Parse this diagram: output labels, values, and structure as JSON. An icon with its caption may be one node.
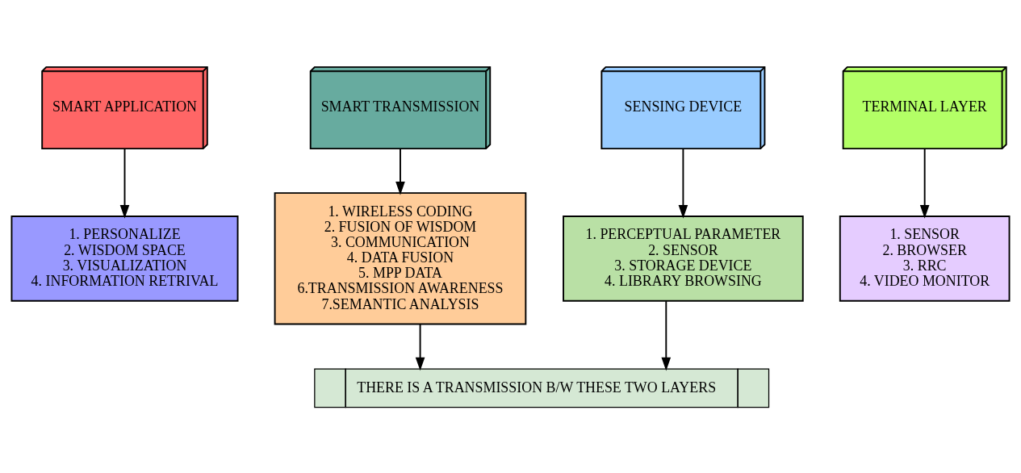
{
  "diagram": {
    "nodes": [
      {
        "text": [
          "SMART APPLICATION"
        ]
      },
      {
        "text": [
          "SMART TRANSMISSION"
        ]
      },
      {
        "text": [
          "SENSING DEVICE"
        ]
      },
      {
        "text": [
          "TERMINAL LAYER"
        ]
      },
      {
        "text": [
          "1. PERSONALIZE",
          "2. WISDOM SPACE",
          "3. VISUALIZATION",
          "4. INFORMATION RETRIVAL"
        ]
      },
      {
        "text": [
          "1. WIRELESS CODING",
          "2. FUSION OF WISDOM",
          "3. COMMUNICATION",
          "4. DATA FUSION",
          "5. MPP DATA",
          "6.TRANSMISSION AWARENESS",
          "7.SEMANTIC ANALYSIS"
        ]
      },
      {
        "text": [
          "1. PERCEPTUAL PARAMETER",
          "2. SENSOR",
          "3. STORAGE DEVICE",
          "4. LIBRARY BROWSING"
        ]
      },
      {
        "text": [
          "1. SENSOR",
          "2. BROWSER",
          "3. RRC",
          "4. VIDEO MONITOR"
        ]
      },
      {
        "text": [
          "THERE IS A TRANSMISSION B/W THESE TWO LAYERS"
        ]
      }
    ],
    "edges": [
      {
        "from": 0,
        "to": 4,
        "arrow": "to"
      },
      {
        "from": 1,
        "to": 5,
        "arrow": "to"
      },
      {
        "from": 2,
        "to": 6,
        "arrow": "to"
      },
      {
        "from": 3,
        "to": 7,
        "arrow": "to"
      },
      {
        "from": 5,
        "to": 8,
        "arrow": "to"
      },
      {
        "from": 6,
        "to": 8,
        "arrow": "to"
      }
    ]
  }
}
